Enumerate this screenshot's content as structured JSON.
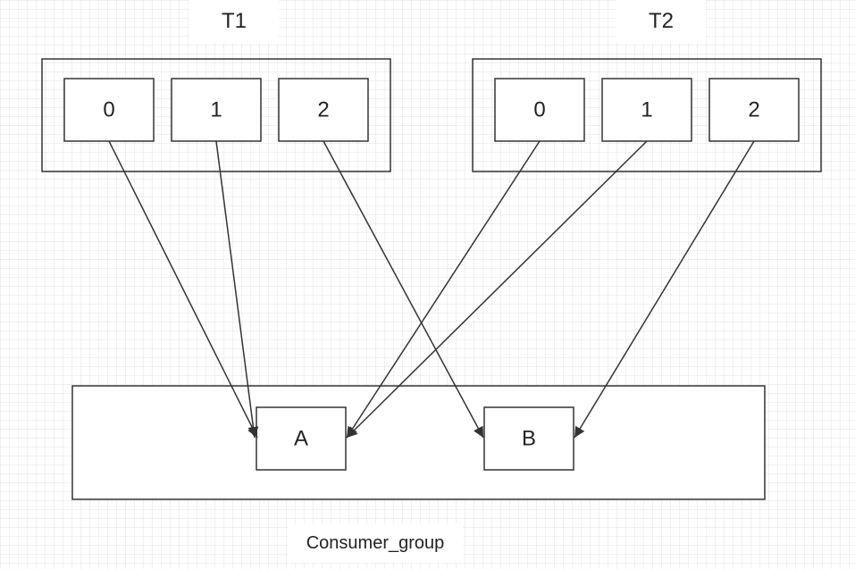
{
  "topics": [
    {
      "name": "T1",
      "partitions": [
        "0",
        "1",
        "2"
      ]
    },
    {
      "name": "T2",
      "partitions": [
        "0",
        "1",
        "2"
      ]
    }
  ],
  "consumer_group": {
    "label": "Consumer_group",
    "consumers": [
      "A",
      "B"
    ]
  },
  "assignments": [
    {
      "topic": "T1",
      "partition": "0",
      "consumer": "A"
    },
    {
      "topic": "T1",
      "partition": "1",
      "consumer": "A"
    },
    {
      "topic": "T1",
      "partition": "2",
      "consumer": "B"
    },
    {
      "topic": "T2",
      "partition": "0",
      "consumer": "A"
    },
    {
      "topic": "T2",
      "partition": "1",
      "consumer": "A"
    },
    {
      "topic": "T2",
      "partition": "2",
      "consumer": "B"
    }
  ],
  "colors": {
    "stroke": "#333333",
    "text": "#222222",
    "background": "#ffffff"
  }
}
